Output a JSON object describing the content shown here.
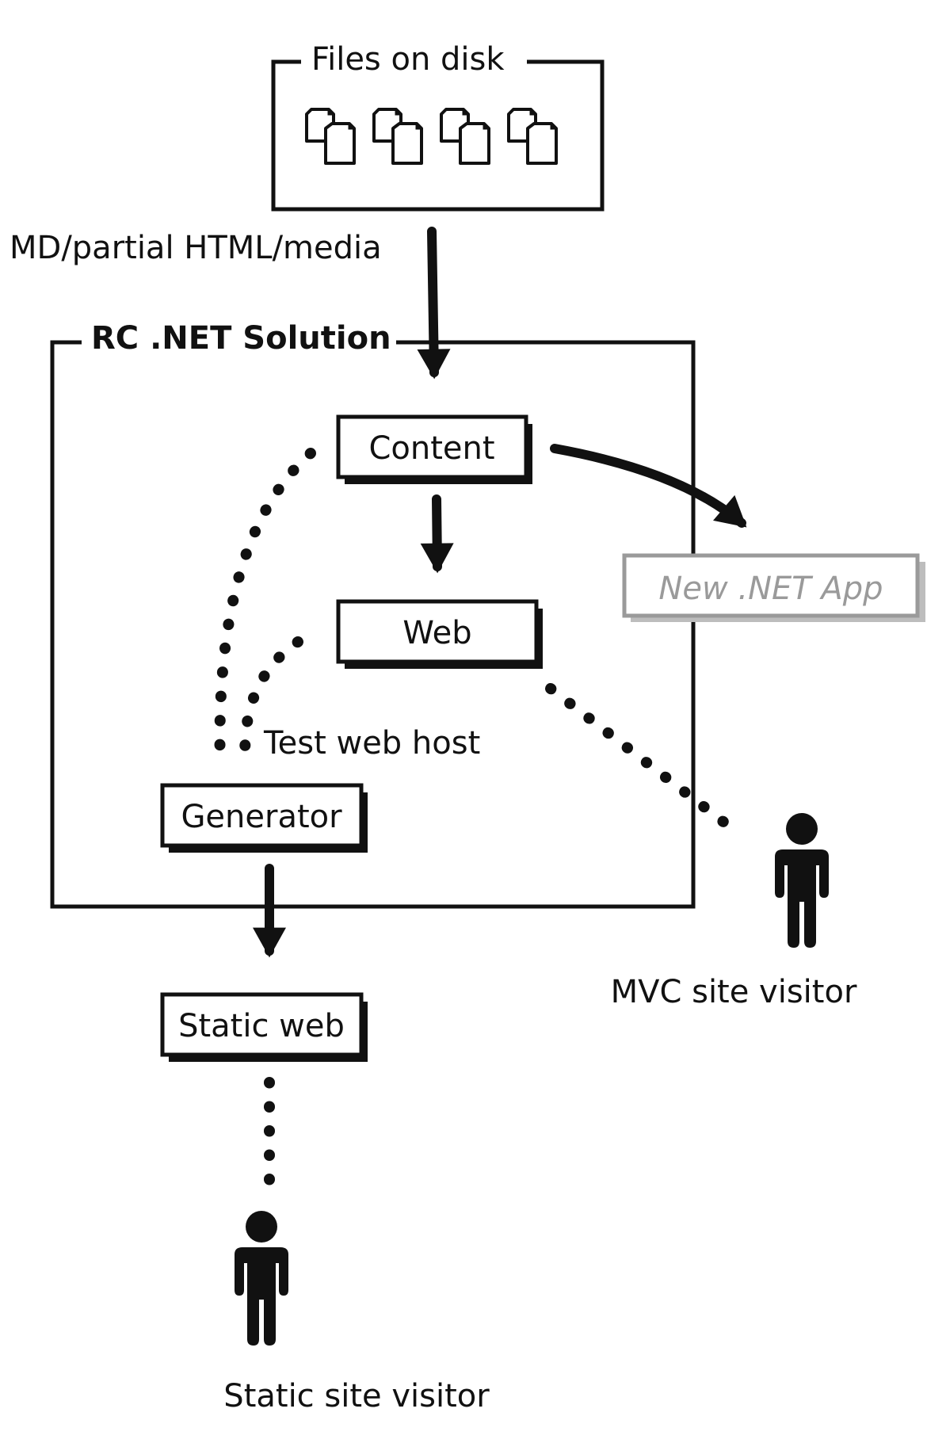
{
  "diagram": {
    "files_group_label": "Files on disk",
    "input_edge_label": "MD/partial HTML/media",
    "solution_group_label": "RC .NET Solution",
    "nodes": {
      "content": "Content",
      "web": "Web",
      "generator": "Generator",
      "static_web": "Static web",
      "new_app": "New .NET App"
    },
    "test_host_label": "Test web host",
    "actors": {
      "mvc_visitor": "MVC site visitor",
      "static_visitor": "Static site visitor"
    },
    "file_icons": [
      "document-pair-icon",
      "document-pair-icon",
      "document-pair-icon",
      "document-pair-icon"
    ],
    "colors": {
      "ink": "#111111",
      "muted_node": "#9a9a9a",
      "background": "#ffffff"
    }
  }
}
